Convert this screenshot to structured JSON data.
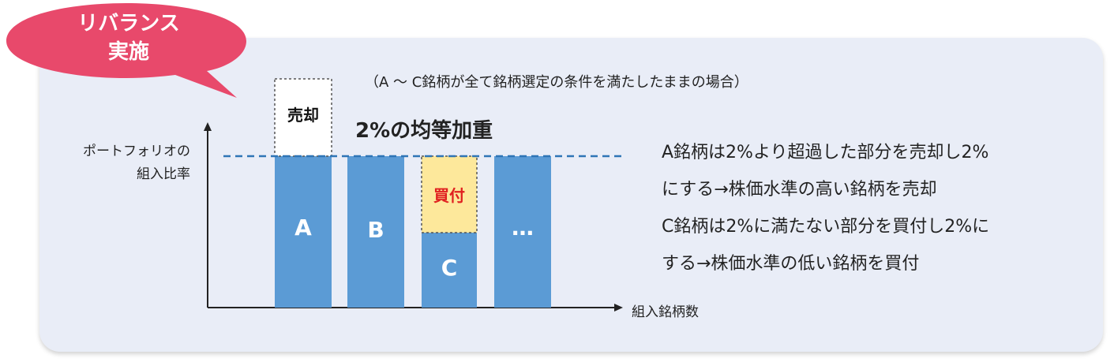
{
  "badge": {
    "line1": "リバランス",
    "line2": "実施",
    "color": "#e8496b"
  },
  "note": "（A ～ C銘柄が全て銘柄選定の条件を満たしたままの場合）",
  "weight_label": "2%の均等加重",
  "y_axis_label": [
    "ポートフォリオの",
    "組入比率"
  ],
  "x_axis_label": "組入銘柄数",
  "bars": [
    {
      "label": "A",
      "level": "above-target"
    },
    {
      "label": "B",
      "level": "at-target"
    },
    {
      "label": "C",
      "level": "below-target"
    },
    {
      "label": "…",
      "level": "at-target"
    }
  ],
  "sell_label": "売却",
  "buy_label": "買付",
  "colors": {
    "bar": "#5b9bd5",
    "sell_box": "#ffffff",
    "buy_box": "#fde89b",
    "target_line": "#2e75b6",
    "buy_text": "#e02020",
    "panel": "#e9edf7"
  },
  "explanation": [
    "A銘柄は2%より超過した部分を売却し2%",
    "にする→株価水準の高い銘柄を売却",
    "C銘柄は2%に満たない部分を買付し2%に",
    "する→株価水準の低い銘柄を買付"
  ]
}
